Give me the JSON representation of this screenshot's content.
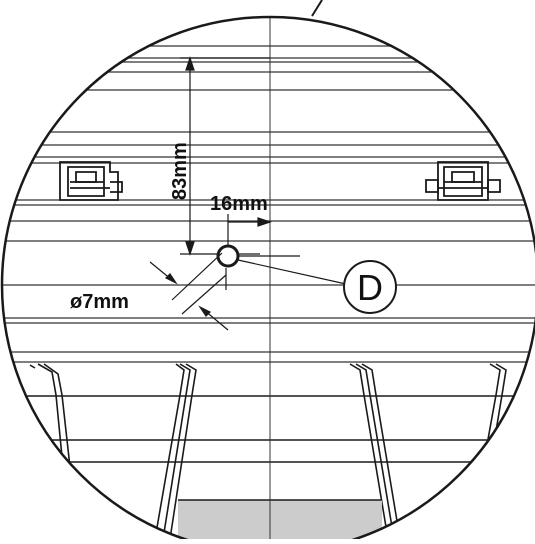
{
  "diagram": {
    "dimension_vertical": "83mm",
    "dimension_horizontal": "16mm",
    "dimension_diameter": "ø7mm",
    "callout_letter": "D"
  },
  "colors": {
    "line": "#1a1a1a",
    "thin_line": "#333333",
    "highlight_fill": "#cccccc",
    "background": "#ffffff"
  }
}
